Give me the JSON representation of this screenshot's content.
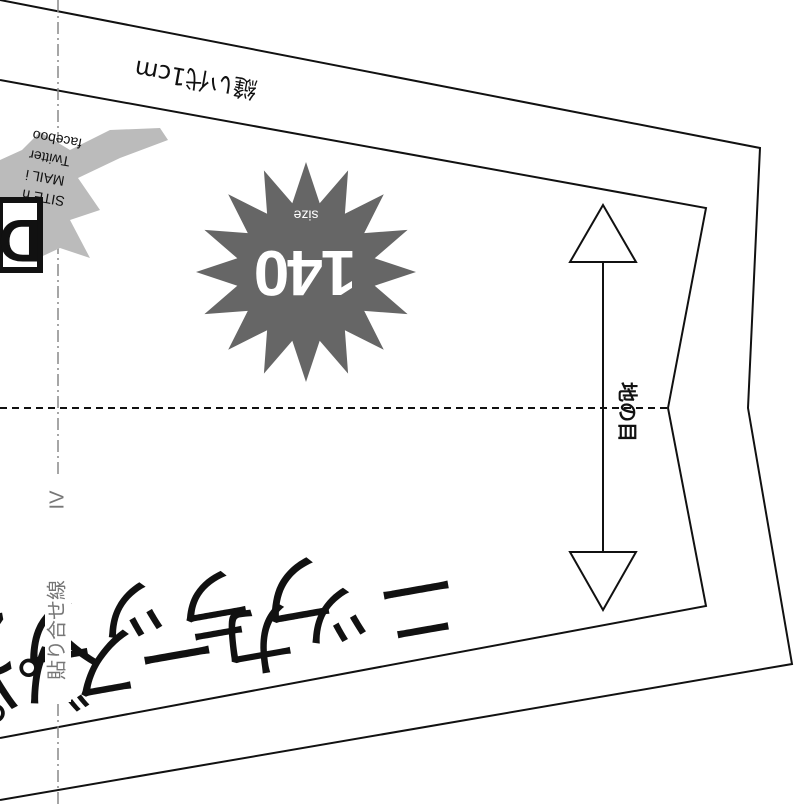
{
  "seam_allowance": "縫い代1cm",
  "grain_label": "地の目",
  "size_badge": {
    "number": "140",
    "caption": "size",
    "color": "#666666"
  },
  "pattern_title_line1": "ニッカーズパン",
  "pattern_title_line2": "フラップ2本",
  "join_line_label": "貼り合せ線",
  "join_line_suffix": "IV",
  "brand_letter": "D",
  "contact_lines": [
    "SITE h",
    "MAIL i",
    "Twitter",
    "faceboo"
  ],
  "splash_color": "#bbbbbb",
  "ink_color": "#111111",
  "join_line_color": "#888888"
}
